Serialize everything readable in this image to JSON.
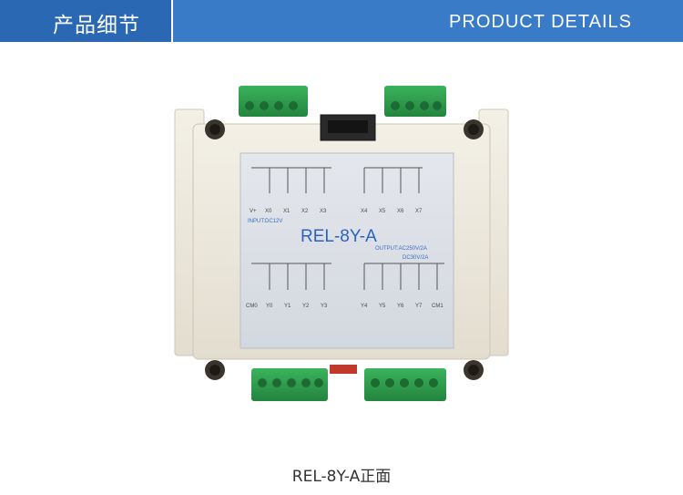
{
  "banner": {
    "title_cn": "产品细节",
    "title_en": "PRODUCT  DETAILS"
  },
  "panel": {
    "model": "REL-8Y-A",
    "input_label": "INPUT:DC12V",
    "output_label_1": "OUTPUT:AC250V/2A",
    "output_label_2": "DC30V/2A",
    "top_left_pins": [
      "V+",
      "X0",
      "X1",
      "X2",
      "X3"
    ],
    "top_right_pins": [
      "X4",
      "X5",
      "X6",
      "X7"
    ],
    "bottom_left_pins": [
      "CM0",
      "Y0",
      "Y1",
      "Y2",
      "Y3"
    ],
    "bottom_right_pins": [
      "Y4",
      "Y5",
      "Y6",
      "Y7",
      "CM1"
    ]
  },
  "caption": "REL-8Y-A正面",
  "colors": {
    "banner": "#3a7bc8",
    "banner_dark": "#2a68b4",
    "terminal_green": "#2e9a4c",
    "housing": "#ece8dc",
    "label_panel": "#dce0e6",
    "model_text": "#2a63c0"
  }
}
